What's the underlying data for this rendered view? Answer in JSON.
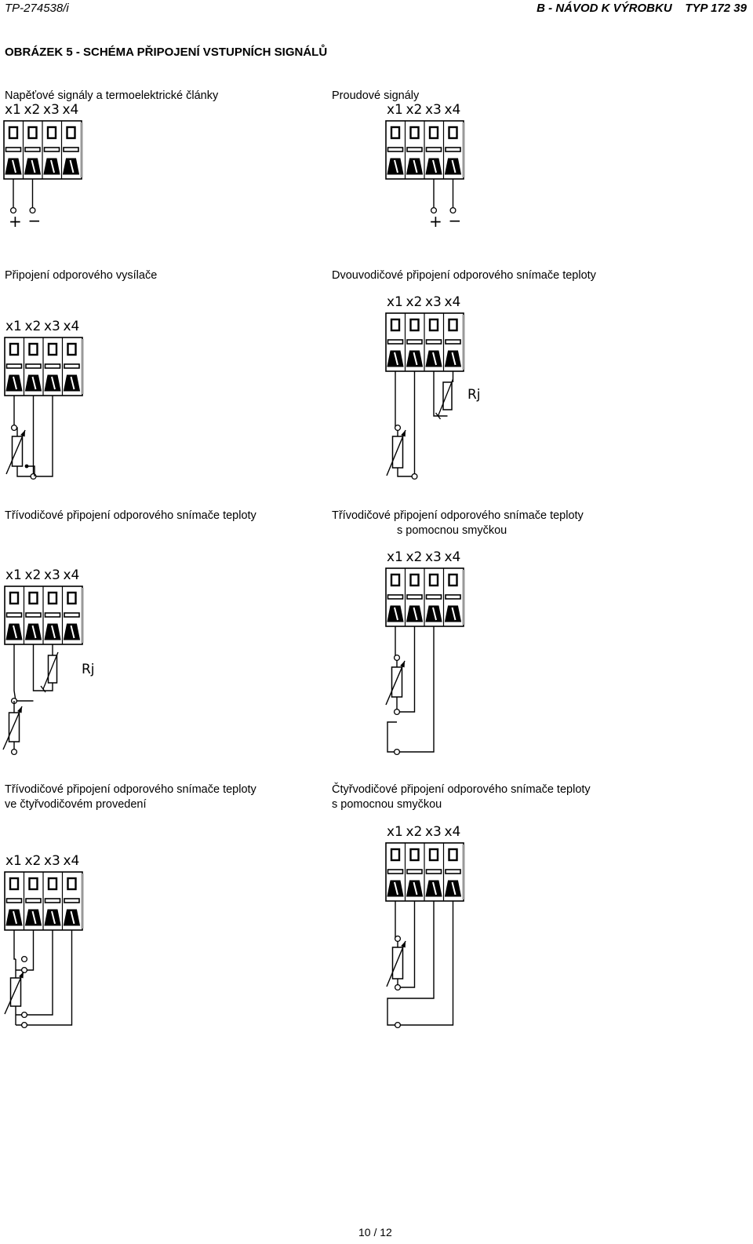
{
  "header": {
    "doc_number": "TP-274538/i",
    "doc_section": "B - NÁVOD K VÝROBKU    TYP 172 39"
  },
  "figure_title": "OBRÁZEK 5 - SCHÉMA PŘIPOJENÍ VSTUPNÍCH SIGNÁLŮ",
  "terminal_labels": [
    "x1",
    "x2",
    "x3",
    "x4"
  ],
  "symbols": {
    "plus": "+",
    "minus": "−",
    "rj": "Rj"
  },
  "diagrams": [
    {
      "caption": [
        "Napěťové signály a termoelektrické články"
      ]
    },
    {
      "caption": [
        "Proudové signály"
      ]
    },
    {
      "caption": [
        "Připojení odporového vysílače"
      ]
    },
    {
      "caption": [
        "Dvouvodičové připojení odporového snímače teploty"
      ]
    },
    {
      "caption": [
        "Třívodičové připojení odporového snímače teploty"
      ]
    },
    {
      "caption": [
        "Třívodičové připojení odporového snímače teploty",
        "s pomocnou smyčkou"
      ]
    },
    {
      "caption": [
        "Třívodičové připojení odporového snímače teploty",
        "ve čtyřvodičovém provedení"
      ]
    },
    {
      "caption": [
        "Čtyřvodičové připojení odporového snímače teploty",
        "s pomocnou smyčkou"
      ]
    }
  ],
  "page_number": "10 / 12"
}
